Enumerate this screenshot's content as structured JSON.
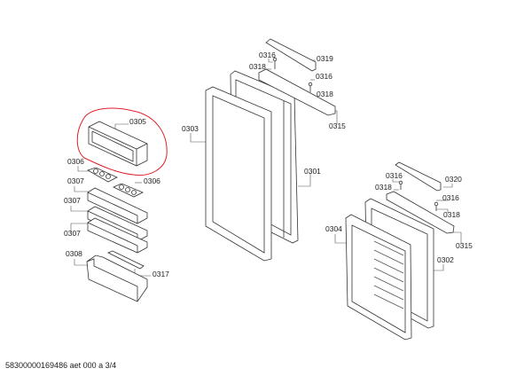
{
  "diagram": {
    "highlight_color": "#e0202a",
    "labels": [
      {
        "id": "0305",
        "text": "0305"
      },
      {
        "id": "0303",
        "text": "0303"
      },
      {
        "id": "0306a",
        "text": "0306"
      },
      {
        "id": "0306b",
        "text": "0306"
      },
      {
        "id": "0307a",
        "text": "0307"
      },
      {
        "id": "0307b",
        "text": "0307"
      },
      {
        "id": "0307c",
        "text": "0307"
      },
      {
        "id": "0308",
        "text": "0308"
      },
      {
        "id": "0317",
        "text": "0317"
      },
      {
        "id": "0319",
        "text": "0319"
      },
      {
        "id": "0316a",
        "text": "0316"
      },
      {
        "id": "0318a",
        "text": "0318"
      },
      {
        "id": "0316b",
        "text": "0316"
      },
      {
        "id": "0318b",
        "text": "0318"
      },
      {
        "id": "0315a",
        "text": "0315"
      },
      {
        "id": "0301",
        "text": "0301"
      },
      {
        "id": "0316c",
        "text": "0316"
      },
      {
        "id": "0318c",
        "text": "0318"
      },
      {
        "id": "0320",
        "text": "0320"
      },
      {
        "id": "0316d",
        "text": "0316"
      },
      {
        "id": "0318d",
        "text": "0318"
      },
      {
        "id": "0315b",
        "text": "0315"
      },
      {
        "id": "0304",
        "text": "0304"
      },
      {
        "id": "0302",
        "text": "0302"
      }
    ],
    "footer": "58300000169486 aet 000 a 3/4"
  }
}
